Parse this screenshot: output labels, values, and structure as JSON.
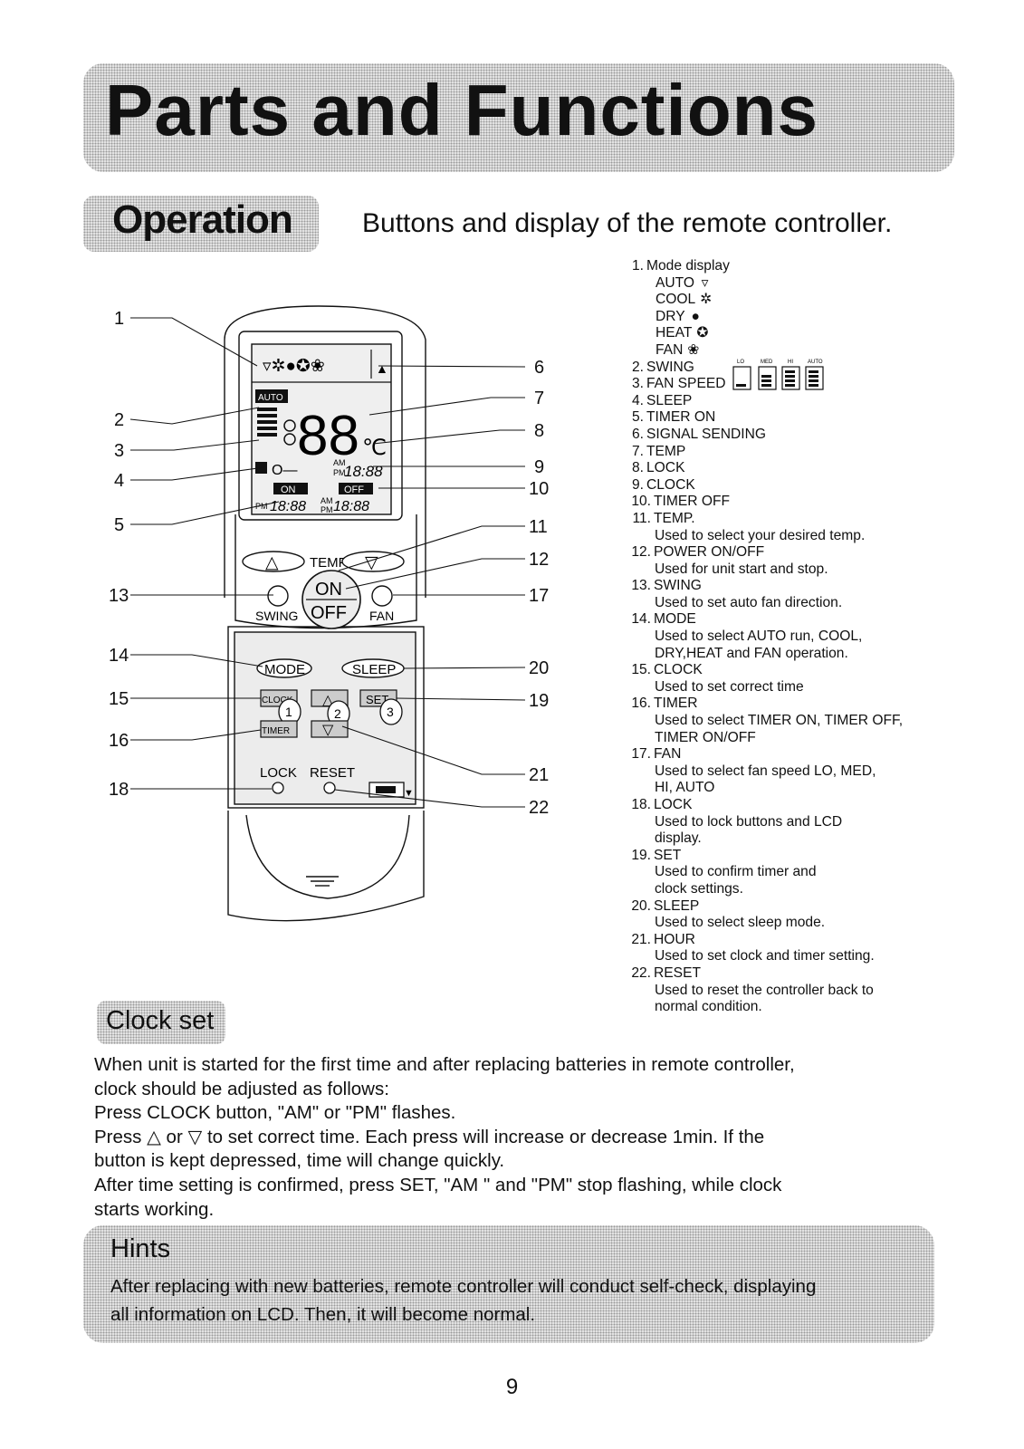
{
  "title": "Parts and Functions",
  "section_operation": "Operation",
  "subtitle": "Buttons and display of the remote controller.",
  "remote": {
    "callouts_left": [
      "1",
      "2",
      "3",
      "4",
      "5",
      "13",
      "14",
      "15",
      "16",
      "18"
    ],
    "callouts_right": [
      "6",
      "7",
      "8",
      "9",
      "10",
      "11",
      "12",
      "17",
      "20",
      "19",
      "21",
      "22"
    ],
    "lcd": {
      "auto": "AUTO",
      "temp_digits": "88",
      "temp_unit": "℃",
      "ampm": [
        "AM",
        "PM"
      ],
      "clock_digits": "18:88",
      "on_label": "ON",
      "off_label": "OFF",
      "timer_on_digits": "18:88",
      "timer_off_digits": "18:88"
    },
    "buttons": {
      "temp": "TEMP",
      "temp_up": "△",
      "temp_down": "▽",
      "on": "ON",
      "off": "OFF",
      "swing": "SWING",
      "fan": "FAN",
      "mode": "MODE",
      "sleep": "SLEEP",
      "clock": "CLOCK",
      "set": "SET",
      "timer": "TIMER",
      "hour_up": "△",
      "hour_down": "▽",
      "lock": "LOCK",
      "reset": "RESET",
      "step1": "1",
      "step2": "2",
      "step3": "3"
    }
  },
  "parts": {
    "p1": {
      "num": "1.",
      "label": "Mode display"
    },
    "modes": [
      {
        "name": "AUTO",
        "icon": "▿"
      },
      {
        "name": "COOL",
        "icon": "✲"
      },
      {
        "name": "DRY",
        "icon": "●"
      },
      {
        "name": "HEAT",
        "icon": "✪"
      },
      {
        "name": "FAN",
        "icon": "❀"
      }
    ],
    "p2": {
      "num": "2.",
      "label": "SWING"
    },
    "p3": {
      "num": "3.",
      "label": "FAN SPEED"
    },
    "fan_speed_levels": [
      "LO",
      "MED",
      "HI",
      "AUTO"
    ],
    "p4": {
      "num": "4.",
      "label": "SLEEP"
    },
    "p5": {
      "num": "5.",
      "label": "TIMER ON"
    },
    "p6": {
      "num": "6.",
      "label": "SIGNAL SENDING"
    },
    "p7": {
      "num": "7.",
      "label": "TEMP"
    },
    "p8": {
      "num": "8.",
      "label": "LOCK"
    },
    "p9": {
      "num": "9.",
      "label": "CLOCK"
    },
    "p10": {
      "num": "10.",
      "label": "TIMER OFF"
    },
    "p11": {
      "num": "11.",
      "label": "TEMP.",
      "desc": [
        "Used to select your desired temp."
      ]
    },
    "p12": {
      "num": "12.",
      "label": "POWER ON/OFF",
      "desc": [
        "Used for unit start and stop."
      ]
    },
    "p13": {
      "num": "13.",
      "label": "SWING",
      "desc": [
        "Used to set auto fan direction."
      ]
    },
    "p14": {
      "num": "14.",
      "label": "MODE",
      "desc": [
        "Used to select AUTO run, COOL,",
        "DRY,HEAT and FAN operation."
      ]
    },
    "p15": {
      "num": "15.",
      "label": "CLOCK",
      "desc": [
        "Used to set correct time"
      ]
    },
    "p16": {
      "num": "16.",
      "label": "TIMER",
      "desc": [
        "Used to select TIMER ON, TIMER OFF,",
        "TIMER ON/OFF"
      ]
    },
    "p17": {
      "num": "17.",
      "label": "FAN",
      "desc": [
        "Used to select fan speed LO, MED,",
        "HI, AUTO"
      ]
    },
    "p18": {
      "num": "18.",
      "label": "LOCK",
      "desc": [
        "Used to lock buttons and LCD",
        "display."
      ]
    },
    "p19": {
      "num": "19.",
      "label": "SET",
      "desc": [
        "Used to confirm timer and",
        "clock settings."
      ]
    },
    "p20": {
      "num": "20.",
      "label": "SLEEP",
      "desc": [
        "Used to select sleep mode."
      ]
    },
    "p21": {
      "num": "21.",
      "label": "HOUR",
      "desc": [
        "Used to set clock and timer setting."
      ]
    },
    "p22": {
      "num": "22.",
      "label": "RESET",
      "desc": [
        "Used to reset the controller back to",
        "normal condition."
      ]
    }
  },
  "clock_set": {
    "heading": "Clock set",
    "lines": [
      "When unit is started for the first time and after replacing batteries in remote controller,",
      "clock should be adjusted as follows:",
      "Press CLOCK button, \"AM\" or \"PM\" flashes.",
      "Press △ or ▽ to set correct time. Each press will increase or decrease 1min. If the",
      "button is kept depressed, time will change quickly.",
      "After time setting is confirmed, press SET, \"AM \" and \"PM\" stop flashing, while clock",
      "starts working."
    ]
  },
  "hints": {
    "heading": "Hints",
    "lines": [
      "After replacing with new batteries, remote controller will conduct self-check, displaying",
      "all information on LCD. Then, it will become normal."
    ]
  },
  "page_number": "9"
}
